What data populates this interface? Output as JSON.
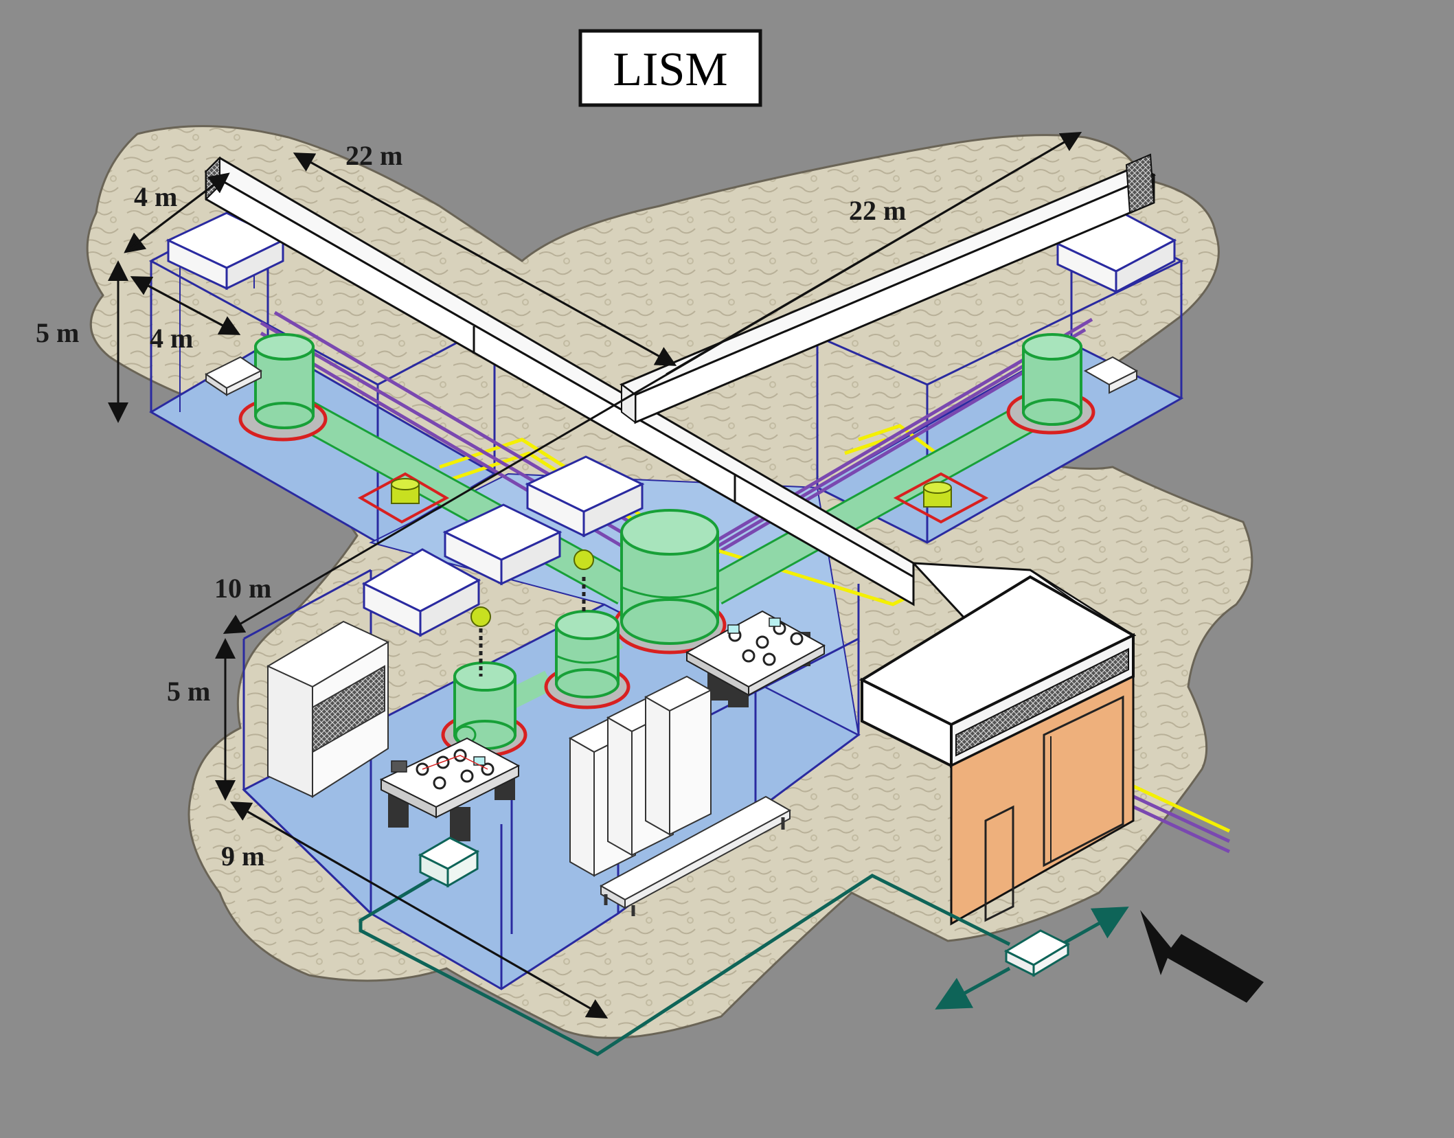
{
  "title": "LISM",
  "dimensions": {
    "arm_length_left": "22 m",
    "arm_length_right": "22 m",
    "tube_width": "4 m",
    "tube_depth": "4 m",
    "end_room_height": "5 m",
    "central_room_length": "10 m",
    "central_room_height": "5 m",
    "central_room_width": "9 m"
  },
  "colors": {
    "background": "#8c8c8c",
    "rock": "#d6d0b8",
    "floor": "#9dbde6",
    "frame": "#2a2aa0",
    "vacuum": "#90d8a8",
    "vacuum_stroke": "#18a038",
    "duct": "#ffffff",
    "door": "#eeb07c",
    "yellow_line": "#f4f000",
    "purple_line": "#7a48b0",
    "teal_line": "#0e6458",
    "red_ring": "#d82020",
    "lime_pump": "#c8e020"
  },
  "icons": [
    "vacuum-tank-icon",
    "optical-table-icon",
    "clean-room-hood-icon",
    "electronics-rack-icon",
    "entrance-arrow-icon",
    "pump-icon",
    "network-box-icon"
  ]
}
